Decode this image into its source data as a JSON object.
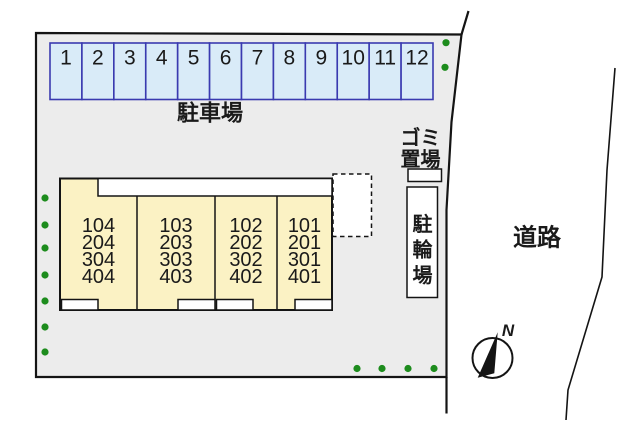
{
  "plan": {
    "parking": {
      "label": "駐車場",
      "stalls": [
        "1",
        "2",
        "3",
        "4",
        "5",
        "6",
        "7",
        "8",
        "9",
        "10",
        "11",
        "12"
      ]
    },
    "building": {
      "units": [
        {
          "rooms": [
            "104",
            "204",
            "304",
            "404"
          ]
        },
        {
          "rooms": [
            "103",
            "203",
            "303",
            "403"
          ]
        },
        {
          "rooms": [
            "102",
            "202",
            "302",
            "402"
          ]
        },
        {
          "rooms": [
            "101",
            "201",
            "301",
            "401"
          ]
        }
      ]
    },
    "garbage_area": {
      "line1": "ゴミ",
      "line2": "置場"
    },
    "bicycle_area": {
      "label": "駐輪場"
    },
    "road": {
      "label": "道路"
    },
    "compass": {
      "label": "N"
    },
    "greenery": {
      "left_count": 7,
      "top_right_count": 2,
      "bottom_count": 4
    }
  },
  "colors": {
    "plot_background": "#ececec",
    "stall_fill": "#d9ebf8",
    "stall_border": "#3a3ab0",
    "building_fill": "#fbf2c4",
    "greenery": "#1d8c1d",
    "line": "#141414"
  }
}
